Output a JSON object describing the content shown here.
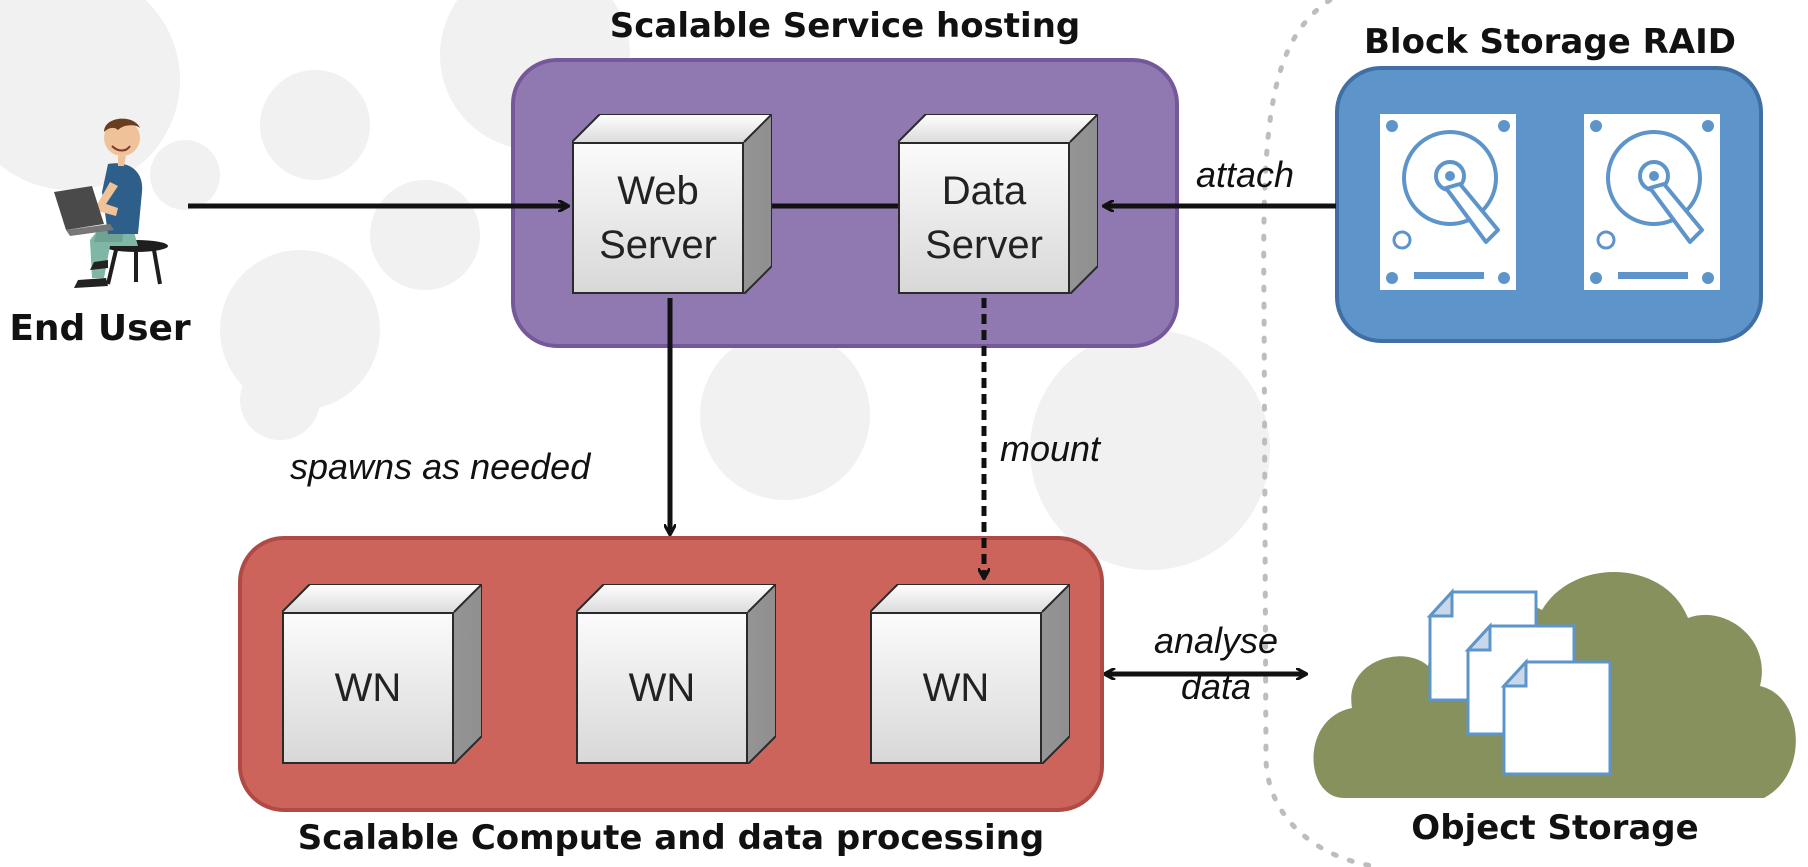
{
  "titles": {
    "service_hosting": "Scalable Service hosting",
    "block_storage": "Block Storage RAID",
    "compute": "Scalable Compute and data processing",
    "object_storage": "Object Storage",
    "end_user": "End User"
  },
  "nodes": {
    "web_server": "Web Server",
    "data_server": "Data Server",
    "worker_nodes": [
      "WN",
      "WN",
      "WN"
    ]
  },
  "edges": {
    "attach": "attach",
    "spawns": "spawns as needed",
    "mount": "mount",
    "analyse_line1": "analyse",
    "analyse_line2": "data"
  },
  "icons": {
    "end_user": "person-with-laptop-icon",
    "disk": "hard-disk-icon",
    "object_storage": "cloud-documents-icon"
  },
  "colors": {
    "service_region": "#9079b0",
    "compute_region": "#cc645c",
    "block_storage_region": "#5d94c9",
    "object_storage_cloud": "#87915e",
    "connector": "#111111"
  }
}
